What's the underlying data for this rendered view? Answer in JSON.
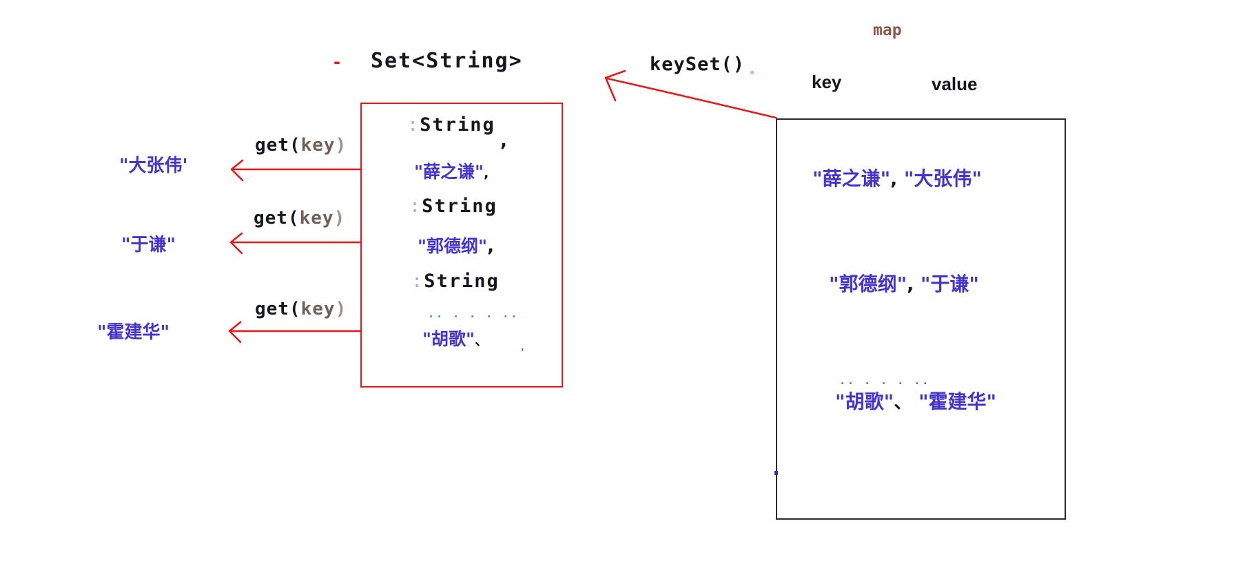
{
  "colors": {
    "arrow_red": "#e81818",
    "name_blue": "#4333d0",
    "code_dark": "#16161f",
    "key_gray": "#6f5f57",
    "map_brown": "#8a5a48",
    "dots_teal": "#3f8f72",
    "map_border": "#2b2b2b"
  },
  "header": {
    "dash_mark": "-",
    "set_title": "Set<String>",
    "keyset_label": "keySet()"
  },
  "map_box": {
    "label": "map",
    "key_header": "key",
    "value_header": "value",
    "rows": [
      {
        "key_text": "\"薛之谦\"",
        "separator": ",",
        "value_text": "\"大张伟\""
      },
      {
        "key_text": "\"郭德纲\"",
        "separator": ",",
        "value_text": "\"于谦\""
      },
      {
        "key_text": "\"胡歌\"",
        "separator": "、",
        "value_text": "\"霍建华\"",
        "dots": ".. . .  . .."
      }
    ]
  },
  "set_box": {
    "entries": [
      {
        "colon": ":",
        "type_label": "String",
        "type_comma": ",",
        "name_text": "\"薛之谦\"",
        "name_comma": ","
      },
      {
        "colon": ":",
        "type_label": "String",
        "name_text": "\"郭德纲\"",
        "name_comma": ","
      },
      {
        "colon": ":",
        "type_label": "String",
        "name_text": "\"胡歌\"",
        "name_comma": "、",
        "dots": ".. . .  . ..",
        "tick": "'"
      }
    ]
  },
  "get_calls": [
    {
      "fn_open": "get(",
      "fn_arg": "key",
      "fn_close": ")",
      "result_text": "\"大张伟'"
    },
    {
      "fn_open": "get(",
      "fn_arg": "key",
      "fn_close": ")",
      "result_text": "\"于谦\""
    },
    {
      "fn_open": "get(",
      "fn_arg": "key",
      "fn_close": ")",
      "result_text": "\"霍建华\""
    }
  ]
}
